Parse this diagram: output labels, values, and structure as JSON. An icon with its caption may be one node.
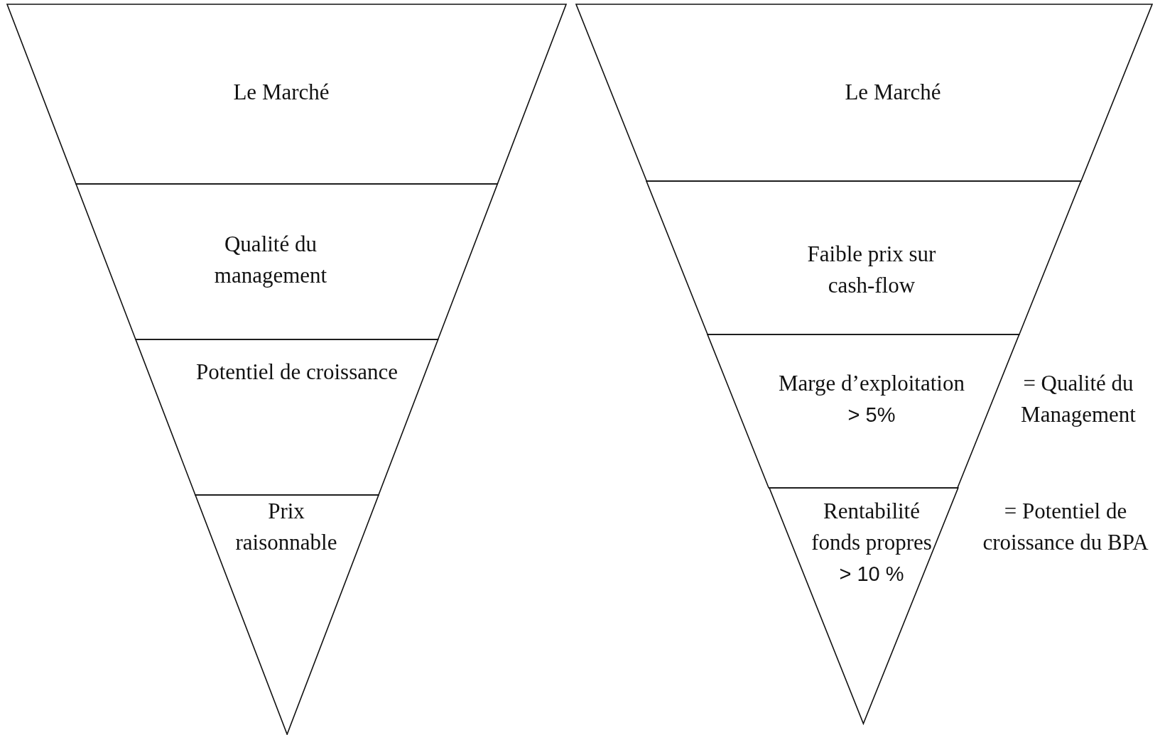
{
  "diagram": {
    "nodes": [
      {
        "text": [
          "Le Marché"
        ]
      },
      {
        "text": [
          "Qualité du management"
        ]
      },
      {
        "text": [
          "Potentiel de croissance"
        ]
      },
      {
        "text": [
          "Prix raisonnable"
        ]
      },
      {
        "text": [
          "Le Marché"
        ]
      },
      {
        "text": [
          "Faible prix sur cash-flow"
        ]
      },
      {
        "text": [
          "Marge d’exploitation",
          "> 5%"
        ],
        "beside": [
          "= Qualité du Management"
        ]
      },
      {
        "text": [
          "Rentabilité fonds propres",
          "> 10 %"
        ]
      }
    ],
    "labels": [
      "= Potentiel de croissance du BPA"
    ]
  }
}
